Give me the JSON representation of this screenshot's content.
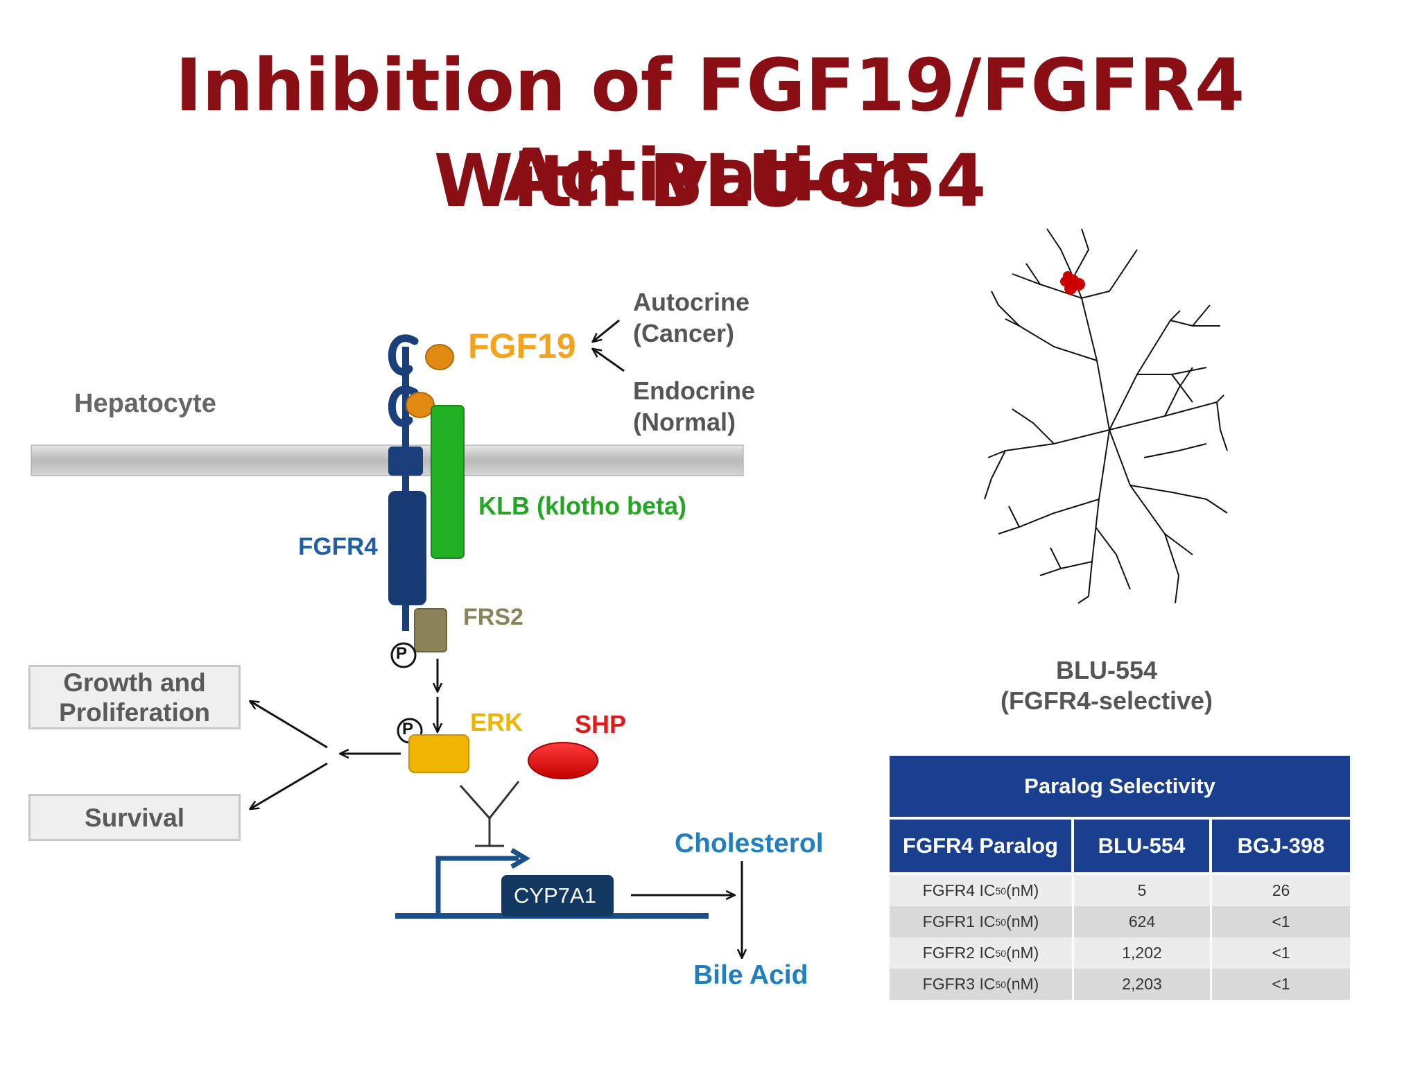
{
  "title": {
    "line1": "Inhibition of FGF19/FGFR4 Activation",
    "line2": "With BLU-554"
  },
  "pathway": {
    "fgf19": "FGF19",
    "autocrine": "Autocrine",
    "autocrine_sub": "(Cancer)",
    "endocrine": "Endocrine",
    "endocrine_sub": "(Normal)",
    "hepatocyte": "Hepatocyte",
    "klb": "KLB (klotho beta)",
    "fgfr4": "FGFR4",
    "frs2": "FRS2",
    "p_symbol": "P",
    "erk": "ERK",
    "shp": "SHP",
    "growth_line1": "Growth and",
    "growth_line2": "Proliferation",
    "survival": "Survival",
    "cyp7a1": "CYP7A1",
    "cholesterol": "Cholesterol",
    "bile_acid": "Bile Acid"
  },
  "colors": {
    "title": "#8a0f14",
    "fgf19": "#f5a21c",
    "klb": "#22a722",
    "fgfr4": "#1f5fa8",
    "frs2": "#8a8358",
    "erk": "#f0b400",
    "shp": "#e01919",
    "cholesterol": "#1f7fc0",
    "table_header": "#1a3f8f"
  },
  "compound": {
    "name": "BLU-554",
    "subtitle": "(FGFR4-selective)"
  },
  "table": {
    "title": "Paralog Selectivity",
    "headers": [
      "FGFR4 Paralog",
      "BLU-554",
      "BGJ-398"
    ],
    "rows": [
      {
        "paralog": "FGFR4",
        "ic": "IC",
        "sub": "50",
        "unit": "(nM)",
        "blu554": "5",
        "bgj398": "26"
      },
      {
        "paralog": "FGFR1",
        "ic": "IC",
        "sub": "50",
        "unit": "(nM)",
        "blu554": "624",
        "bgj398": "<1"
      },
      {
        "paralog": "FGFR2",
        "ic": "IC",
        "sub": "50",
        "unit": "(nM)",
        "blu554": "1,202",
        "bgj398": "<1"
      },
      {
        "paralog": "FGFR3",
        "ic": "IC",
        "sub": "50",
        "unit": "(nM)",
        "blu554": "2,203",
        "bgj398": "<1"
      }
    ]
  }
}
